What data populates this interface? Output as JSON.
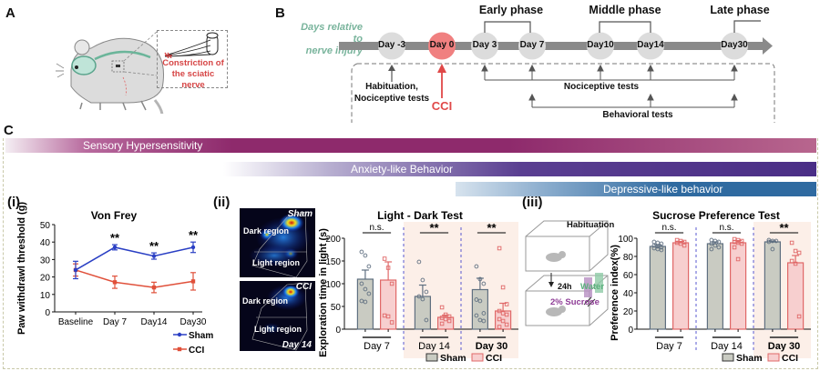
{
  "panels": {
    "A": {
      "letter": "A",
      "callout": [
        "Constriction of",
        "the sciatic nerve"
      ]
    },
    "B": {
      "letter": "B",
      "axis_label": [
        "Days relative to",
        "nerve injury"
      ],
      "days": [
        "Day -3",
        "Day 0",
        "Day 3",
        "Day 7",
        "Day10",
        "Day14",
        "Day30"
      ],
      "phases": [
        "Early phase",
        "Middle phase",
        "Late phase"
      ],
      "annotations": {
        "habituation": [
          "Habituation,",
          "Nociceptive tests"
        ],
        "cci": "CCI",
        "nociceptive": "Nociceptive tests",
        "behavioral": "Behavioral tests"
      }
    },
    "C": {
      "letter": "C",
      "bands": [
        {
          "label": "Sensory Hypersensitivity",
          "color": "#8e2a6c"
        },
        {
          "label": "Anxiety-like Behavior",
          "color": "#4a2e86"
        },
        {
          "label": "Depressive-like behavior",
          "color": "#2f6aa0"
        }
      ],
      "sub_i": "(i)",
      "sub_ii": "(ii)",
      "sub_iii": "(iii)",
      "heatmap": {
        "top_label": "Sham",
        "bottom_label": "CCI",
        "day_label": "Day 14",
        "dark": "Dark region",
        "light": "Light region"
      },
      "sucrose_schematic": {
        "habituation": "Habituation",
        "interval": "24h",
        "water": "Water",
        "sucrose": "2% Sucrose"
      }
    }
  },
  "colors": {
    "sham_line": "#2a3fc4",
    "cci_line": "#e0503a",
    "sham_bar": "#c9cbc2",
    "sham_bar_stroke": "#5f6f80",
    "cci_bar": "#f7cfcf",
    "cci_bar_stroke": "#e06868",
    "highlight_bg": "#fcefe8",
    "cci_red": "#e04848"
  },
  "chart_data": [
    {
      "type": "line",
      "title": "Von Frey",
      "xlabel": "",
      "ylabel": "Paw withdrawl threshold (g)",
      "categories": [
        "Baseline",
        "Day 7",
        "Day14",
        "Day30"
      ],
      "ylim": [
        0,
        50
      ],
      "yticks": [
        0,
        10,
        20,
        30,
        40,
        50
      ],
      "series": [
        {
          "name": "Sham",
          "values": [
            24,
            37,
            32,
            37
          ],
          "errors": [
            5,
            1.5,
            1.8,
            3
          ]
        },
        {
          "name": "CCI",
          "values": [
            24,
            17,
            14,
            17.5
          ],
          "errors": [
            3.5,
            3.5,
            3,
            5
          ]
        }
      ],
      "significance": [
        "",
        "**",
        "**",
        "**"
      ],
      "legend": "bottom-right"
    },
    {
      "type": "bar",
      "title": "Light - Dark Test",
      "ylabel": "Exploration time in light (s)",
      "categories": [
        "Day 7",
        "Day 14",
        "Day 30"
      ],
      "ylim": [
        0,
        200
      ],
      "yticks": [
        0,
        50,
        100,
        150,
        200
      ],
      "series": [
        {
          "name": "Sham",
          "values": [
            110,
            72,
            87
          ],
          "errors": [
            20,
            25,
            25
          ],
          "points": [
            [
              170,
              162,
              138,
              100,
              88,
              78,
              62,
              60
            ],
            [
              148,
              108,
              82,
              72,
              66,
              20
            ],
            [
              138,
              110,
              100,
              65,
              62,
              35,
              30,
              20,
              18
            ]
          ]
        },
        {
          "name": "CCI",
          "values": [
            108,
            26,
            40
          ],
          "errors": [
            40,
            5,
            17
          ],
          "points": [
            [
              155,
              135,
              100,
              30,
              28,
              15
            ],
            [
              48,
              32,
              28,
              25,
              22,
              18,
              12
            ],
            [
              178,
              92,
              55,
              40,
              35,
              32,
              22,
              18,
              10,
              5
            ]
          ]
        }
      ],
      "significance": [
        "n.s.",
        "**",
        "**"
      ],
      "highlighted": [
        "Day 14",
        "Day 30"
      ],
      "legend": "bottom-right"
    },
    {
      "type": "bar",
      "title": "Sucrose Preference Test",
      "ylabel": "Preference index(%)",
      "categories": [
        "Day 7",
        "Day 14",
        "Day 30"
      ],
      "ylim": [
        0,
        100
      ],
      "yticks": [
        0,
        20,
        40,
        60,
        80,
        100
      ],
      "series": [
        {
          "name": "Sham",
          "values": [
            91,
            94,
            96
          ],
          "errors": [
            2,
            2,
            1
          ],
          "points": [
            [
              96,
              95,
              94,
              92,
              91,
              90,
              89,
              88,
              87
            ],
            [
              98,
              97,
              96,
              94,
              92,
              90,
              88
            ],
            [
              98,
              97,
              97,
              96,
              88
            ]
          ]
        },
        {
          "name": "CCI",
          "values": [
            95,
            95,
            73
          ],
          "errors": [
            1.5,
            2.5,
            8
          ],
          "points": [
            [
              98,
              97,
              96,
              95,
              94,
              92
            ],
            [
              99,
              98,
              97,
              96,
              95,
              94,
              90,
              77
            ],
            [
              95,
              86,
              84,
              75,
              72,
              14
            ]
          ]
        }
      ],
      "significance": [
        "n.s.",
        "n.s.",
        "**"
      ],
      "highlighted": [
        "Day 30"
      ],
      "legend": "bottom-right"
    }
  ]
}
